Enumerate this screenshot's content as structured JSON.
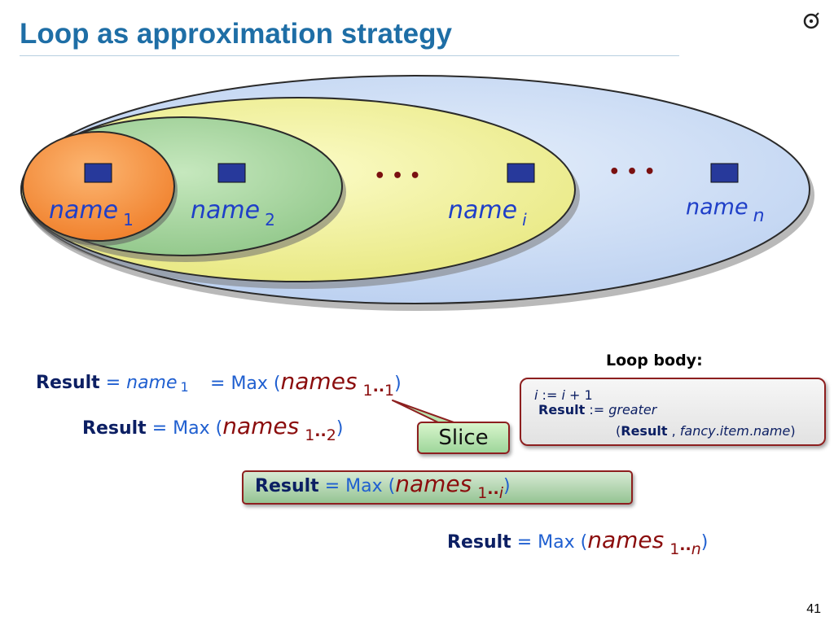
{
  "title": "Loop as approximation strategy",
  "slide_number": "41",
  "diagram": {
    "name_base": "name",
    "labels": [
      {
        "base": "name",
        "sub": "1"
      },
      {
        "base": "name",
        "sub": "2"
      },
      {
        "base": "name",
        "sub": "i"
      },
      {
        "base": "name",
        "sub": "n"
      }
    ],
    "ellipsis": "• • •"
  },
  "equations": {
    "result_kw": "Result",
    "eq_sign": "=",
    "max_fn": "Max",
    "open_paren": "(",
    "close_paren": ")",
    "names": "names",
    "range_sep": "..",
    "line1": {
      "name": "name",
      "sub": "1"
    },
    "line1b": {
      "lo": "1",
      "hi": "1"
    },
    "line2": {
      "lo": "1",
      "hi": "2"
    },
    "line3": {
      "lo": "1",
      "hi": "i"
    },
    "line4": {
      "lo": "1",
      "hi": "n"
    }
  },
  "callout": {
    "label": "Slice"
  },
  "loop_body": {
    "title": "Loop body:",
    "line1_i": "i",
    "line1_assign": ":=",
    "line1_i2": "i",
    "line1_rest": "+ 1",
    "line2_result": "Result",
    "line2_assign": ":=",
    "line2_fn": "greater",
    "line3_open": "(",
    "line3_result": "Result",
    "line3_comma": ",",
    "line3_fancy": "fancy",
    "line3_dot1": ".",
    "line3_item": "item",
    "line3_dot2": ".",
    "line3_name": "name",
    "line3_close": ")"
  },
  "colors": {
    "title": "#1e6ea6",
    "ellipse_outer": "#c9dcf4",
    "ellipse_yellow": "#f2f19a",
    "ellipse_green": "#a9d6a0",
    "ellipse_orange": "#f7913f",
    "square": "#27399b",
    "result": "#0c1f63",
    "blue_text": "#1f5fd0",
    "names_red": "#8b0d0d"
  }
}
